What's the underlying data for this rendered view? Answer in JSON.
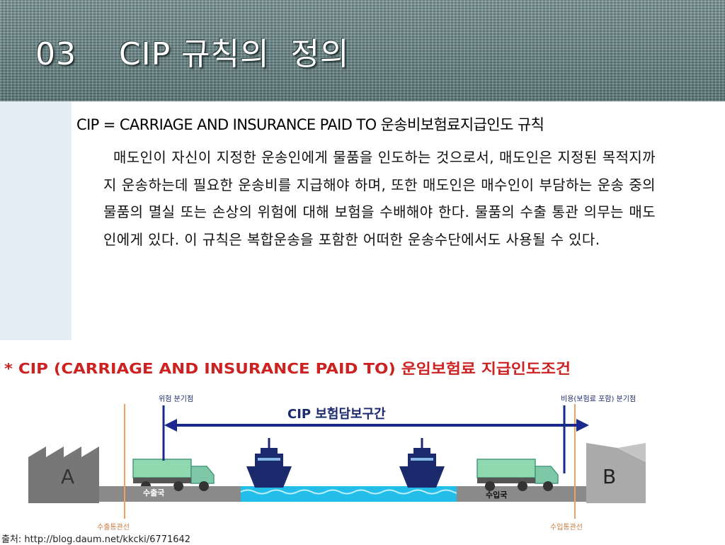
{
  "slide": {
    "title": "03    CIP 규칙의  정의",
    "subtitle": "CIP = CARRIAGE AND INSURANCE PAID TO 운송비보험료지급인도 규칙",
    "body": "매도인이 자신이 지정한 운송인에게 물품을 인도하는 것으로서, 매도인은 지정된 목적지까지 운송하는데 필요한 운송비를 지급해야 하며, 또한 매도인은 매수인이 부담하는 운송 중의 물품의 멸실 또는 손상의 위험에 대해 보험을 수배해야 한다. 물품의 수출 통관 의무는 매도인에게 있다. 이 규칙은 복합운송을 포함한 어떠한 운송수단에서도 사용될 수 있다.",
    "source": "출처: http://blog.daum.net/kkcki/6771642"
  },
  "diagram": {
    "heading": "* CIP (CARRIAGE AND INSURANCE PAID TO) 운임보험료 지급인도조건",
    "risk_point": "위험 분기점",
    "cost_point": "비용(보험료 포함) 분기점",
    "coverage_label": "CIP 보험담보구간",
    "seller": "A",
    "buyer": "B",
    "export_country": "수출국",
    "import_country": "수입국",
    "export_clearance": "수출통관선",
    "import_clearance": "수입통관선",
    "colors": {
      "heading_red": "#cc2222",
      "arrow_blue": "#1a2a8c",
      "truck_green": "#8fd8b0",
      "sea_blue": "#22bde8",
      "clearance_orange": "#f0a060"
    }
  }
}
